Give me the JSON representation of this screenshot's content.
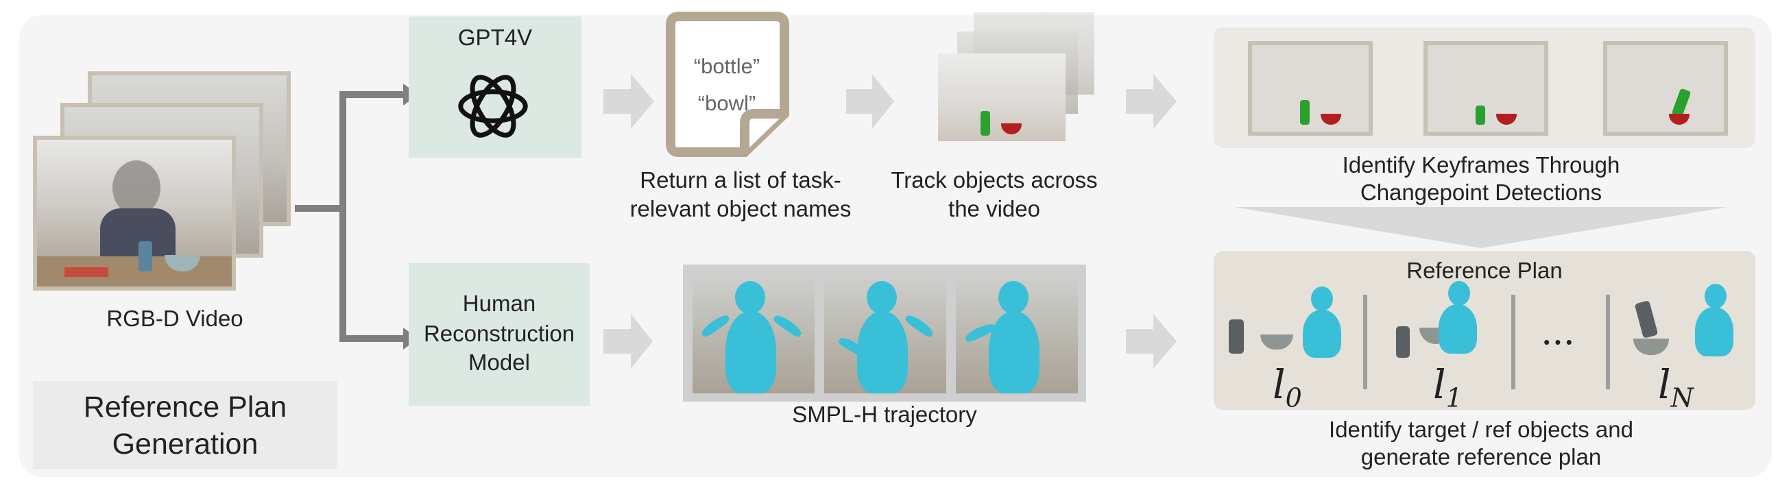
{
  "input": {
    "label": "RGB-D Video"
  },
  "gpt": {
    "title": "GPT4V"
  },
  "doc": {
    "line1": "“bottle”",
    "line2": "“bowl”",
    "caption_line1": "Return a list of task-",
    "caption_line2": "relevant object names"
  },
  "track": {
    "caption_line1": "Track objects across",
    "caption_line2": "the video"
  },
  "keyframes": {
    "caption_line1": "Identify Keyframes Through",
    "caption_line2": "Changepoint Detections"
  },
  "hrm": {
    "line1": "Human",
    "line2": "Reconstruction",
    "line3": "Model"
  },
  "smpl": {
    "caption": "SMPL-H trajectory"
  },
  "reference_plan": {
    "title": "Reference Plan",
    "labels": [
      "l",
      "l",
      "l"
    ],
    "subscripts": [
      "0",
      "1",
      "N"
    ],
    "ellipsis": "• • •",
    "caption_line1": "Identify target / ref objects and",
    "caption_line2": "generate reference plan"
  },
  "footer": {
    "line1": "Reference Plan",
    "line2": "Generation"
  },
  "colors": {
    "panel": "#f5f5f5",
    "green_box": "#dce8e2",
    "person": "#39bfd7",
    "arrow_dark": "#7f7f7f",
    "arrow_light": "#d9d9d9"
  }
}
